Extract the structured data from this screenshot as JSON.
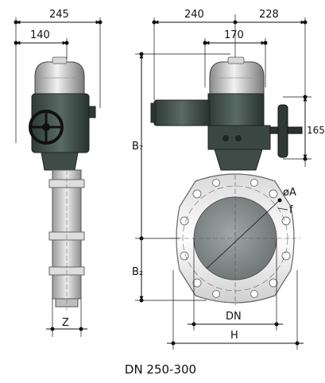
{
  "caption": "DN 250-300",
  "dimensions": {
    "left_overall_width": "245",
    "left_top_width": "140",
    "left_bottom_width": "Z",
    "right_left_width": "240",
    "right_right_width": "228",
    "right_top_width": "170",
    "right_hand_height": "165",
    "height_upper": "B₇",
    "height_lower": "B₂",
    "nominal_diameter": "DN",
    "overall_height": "H",
    "bolt_circle": "øA",
    "flange_face": "f"
  }
}
